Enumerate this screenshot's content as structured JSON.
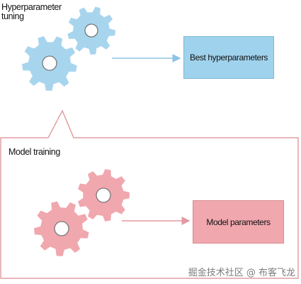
{
  "hyperparameter_section": {
    "label": "Hyperparameter\ntuning",
    "gear_color": "#a8d5ee",
    "box_label": "Best hyperparameters",
    "box_color": "#9fd2ec"
  },
  "training_section": {
    "label": "Model training",
    "gear_color": "#f0a7ae",
    "box_label": "Model parameters",
    "box_color": "#f0a7ae",
    "frame_color": "#d98a90"
  },
  "watermark": "掘金技术社区 @ 布客飞龙"
}
